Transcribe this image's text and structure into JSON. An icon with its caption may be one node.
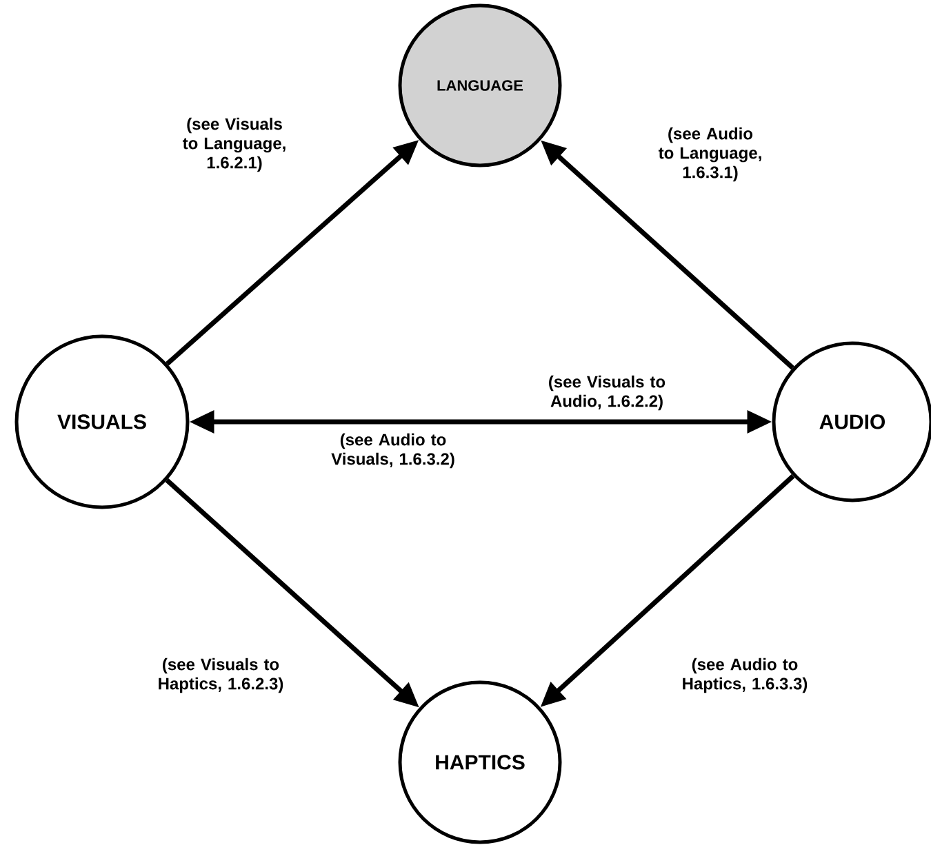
{
  "diagram": {
    "nodes": [
      {
        "text": [
          "LANGUAGE"
        ]
      },
      {
        "text": [
          "VISUALS"
        ]
      },
      {
        "text": [
          "AUDIO"
        ]
      },
      {
        "text": [
          "HAPTICS"
        ]
      }
    ],
    "edges": [
      {
        "from": 1,
        "to": 0,
        "arrow": "to",
        "label": "(see Visuals to Language, 1.6.2.1)"
      },
      {
        "from": 2,
        "to": 0,
        "arrow": "to",
        "label": "(see Audio to Language, 1.6.3.1)"
      },
      {
        "from": 1,
        "to": 2,
        "arrow": "both",
        "label": "(see Visuals to Audio, 1.6.2.2)"
      },
      {
        "from": 1,
        "to": 3,
        "arrow": "to",
        "label": "(see Visuals to Haptics, 1.6.2.3)"
      },
      {
        "from": 2,
        "to": 3,
        "arrow": "to",
        "label": "(see Audio to Haptics, 1.6.3.3)"
      }
    ],
    "labels": [
      "(see Audio to Visuals, 1.6.3.2)"
    ]
  }
}
